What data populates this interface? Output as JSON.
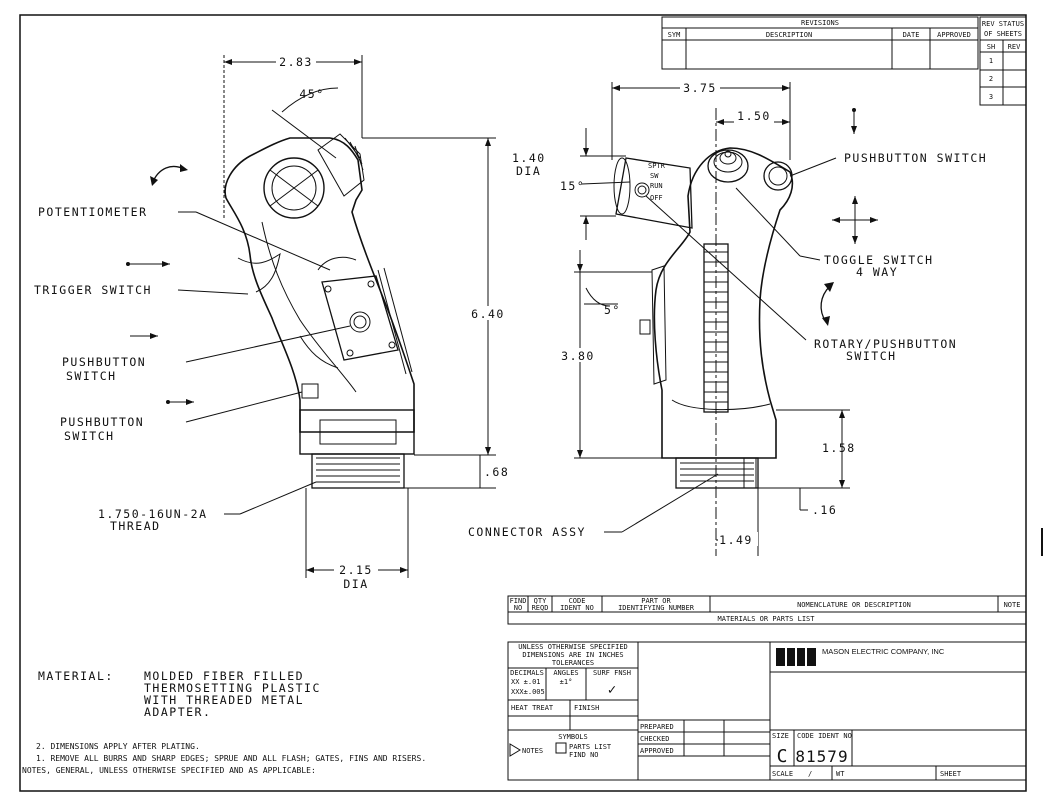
{
  "revisions": {
    "title": "REVISIONS",
    "sym": "SYM",
    "description": "DESCRIPTION",
    "date": "DATE",
    "approved": "APPROVED",
    "rev_status_1": "REV STATUS",
    "rev_status_2": "OF SHEETS",
    "sh": "SH",
    "rev": "REV",
    "sheets": [
      "1",
      "2",
      "3"
    ]
  },
  "left_view": {
    "dim_width": "2.83",
    "dim_angle": "45°",
    "dim_height": "6.40",
    "dim_adapter": ".68",
    "dim_dia_1": "2.15",
    "dim_dia_2": "DIA",
    "potentiometer": "POTENTIOMETER",
    "trigger_switch": "TRIGGER SWITCH",
    "pushbutton_1a": "PUSHBUTTON",
    "pushbutton_1b": "SWITCH",
    "pushbutton_2a": "PUSHBUTTON",
    "pushbutton_2b": "SWITCH",
    "thread_1": "1.750-16UN-2A",
    "thread_2": "THREAD"
  },
  "right_view": {
    "dim_width": "3.75",
    "dim_top": "1.50",
    "dim_dia_1": "1.40",
    "dim_dia_2": "DIA",
    "dim_15": "15°",
    "dim_5": "5°",
    "dim_380": "3.80",
    "dim_158": "1.58",
    "dim_16": ".16",
    "dim_149": "1.49",
    "selector": [
      "SPTR",
      "SW",
      "RUN",
      "OFF"
    ],
    "pushbutton_switch": "PUSHBUTTON SWITCH",
    "toggle_1": "TOGGLE SWITCH",
    "toggle_2": "4 WAY",
    "rotary_1": "ROTARY/PUSHBUTTON",
    "rotary_2": "SWITCH",
    "connector": "CONNECTOR ASSY"
  },
  "notes": {
    "material_label": "MATERIAL:",
    "material_lines": [
      "MOLDED FIBER FILLED",
      "THERMOSETTING PLASTIC",
      "WITH THREADED METAL",
      "ADAPTER."
    ],
    "note_2": "2.  DIMENSIONS APPLY AFTER PLATING.",
    "note_1": "1.  REMOVE ALL BURRS AND SHARP EDGES; SPRUE AND ALL FLASH; GATES, FINS AND RISERS.",
    "general": "NOTES, GENERAL, UNLESS OTHERWISE SPECIFIED AND AS APPLICABLE:"
  },
  "parts_list": {
    "find_no_1": "FIND",
    "find_no_2": "NO",
    "qty_1": "QTY",
    "qty_2": "REQD",
    "code_1": "CODE",
    "code_2": "IDENT NO",
    "part_1": "PART OR",
    "part_2": "IDENTIFYING NUMBER",
    "nomenclature": "NOMENCLATURE OR DESCRIPTION",
    "note": "NOTE",
    "title": "MATERIALS OR PARTS LIST"
  },
  "title_block": {
    "unless_1": "UNLESS OTHERWISE SPECIFIED",
    "unless_2": "DIMENSIONS ARE IN INCHES",
    "tolerances": "TOLERANCES",
    "decimals": "DECIMALS",
    "angles": "ANGLES",
    "surf": "SURF FNSH",
    "xx": "XX ±.01",
    "xxx": "XXX±.005",
    "angle_tol": "±1°",
    "check": "✓",
    "heat_treat": "HEAT TREAT",
    "finish": "FINISH",
    "prepared": "PREPARED",
    "checked": "CHECKED",
    "approved": "APPROVED",
    "symbols": "SYMBOLS",
    "notes_sym": "NOTES",
    "parts_list_1": "PARTS LIST",
    "parts_list_2": "FIND NO",
    "company": "MASON ELECTRIC COMPANY, INC",
    "size_label": "SIZE",
    "code_ident_label": "CODE IDENT NO",
    "size": "C",
    "code_ident": "81579",
    "scale": "SCALE",
    "scale_sep": "/",
    "wt": "WT",
    "sheet": "SHEET"
  }
}
